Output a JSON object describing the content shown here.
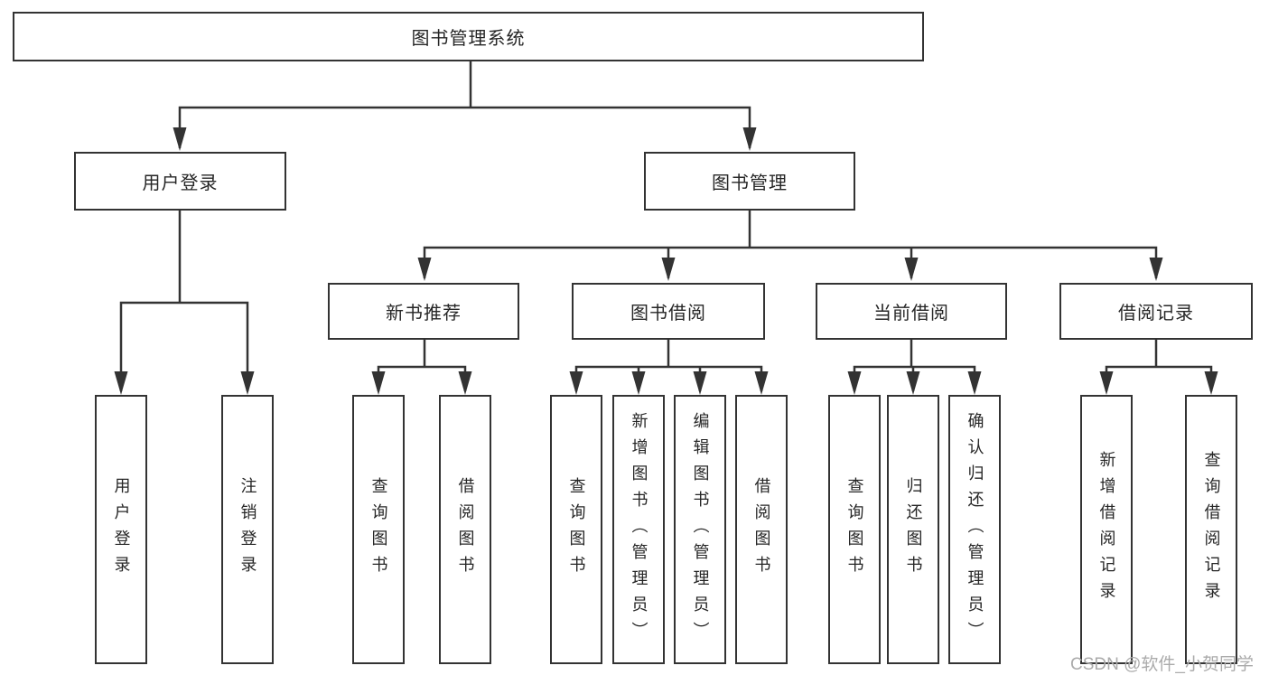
{
  "nodes": {
    "root": {
      "label": "图书管理系统"
    },
    "user_login": {
      "label": "用户登录"
    },
    "book_mgmt": {
      "label": "图书管理"
    },
    "new_book_rec": {
      "label": "新书推荐"
    },
    "book_borrow": {
      "label": "图书借阅"
    },
    "current_borrow": {
      "label": "当前借阅"
    },
    "borrow_record": {
      "label": "借阅记录"
    },
    "login_leaf": {
      "label": "用户登录"
    },
    "logout_leaf": {
      "label": "注销登录"
    },
    "rec_query": {
      "label": "查询图书"
    },
    "rec_borrow": {
      "label": "借阅图书"
    },
    "bb_query": {
      "label": "查询图书"
    },
    "bb_add": {
      "label": "新增图书（管理员）"
    },
    "bb_edit": {
      "label": "编辑图书（管理员）"
    },
    "bb_borrow": {
      "label": "借阅图书"
    },
    "cb_query": {
      "label": "查询图书"
    },
    "cb_return": {
      "label": "归还图书"
    },
    "cb_confirm": {
      "label": "确认归还（管理员）"
    },
    "br_add": {
      "label": "新增借阅记录"
    },
    "br_query": {
      "label": "查询借阅记录"
    }
  },
  "watermark": {
    "text": "CSDN @软件_小贺同学"
  },
  "colors": {
    "line": "#333333",
    "text": "#262626",
    "watermark": "#ababab",
    "background": "#ffffff"
  }
}
